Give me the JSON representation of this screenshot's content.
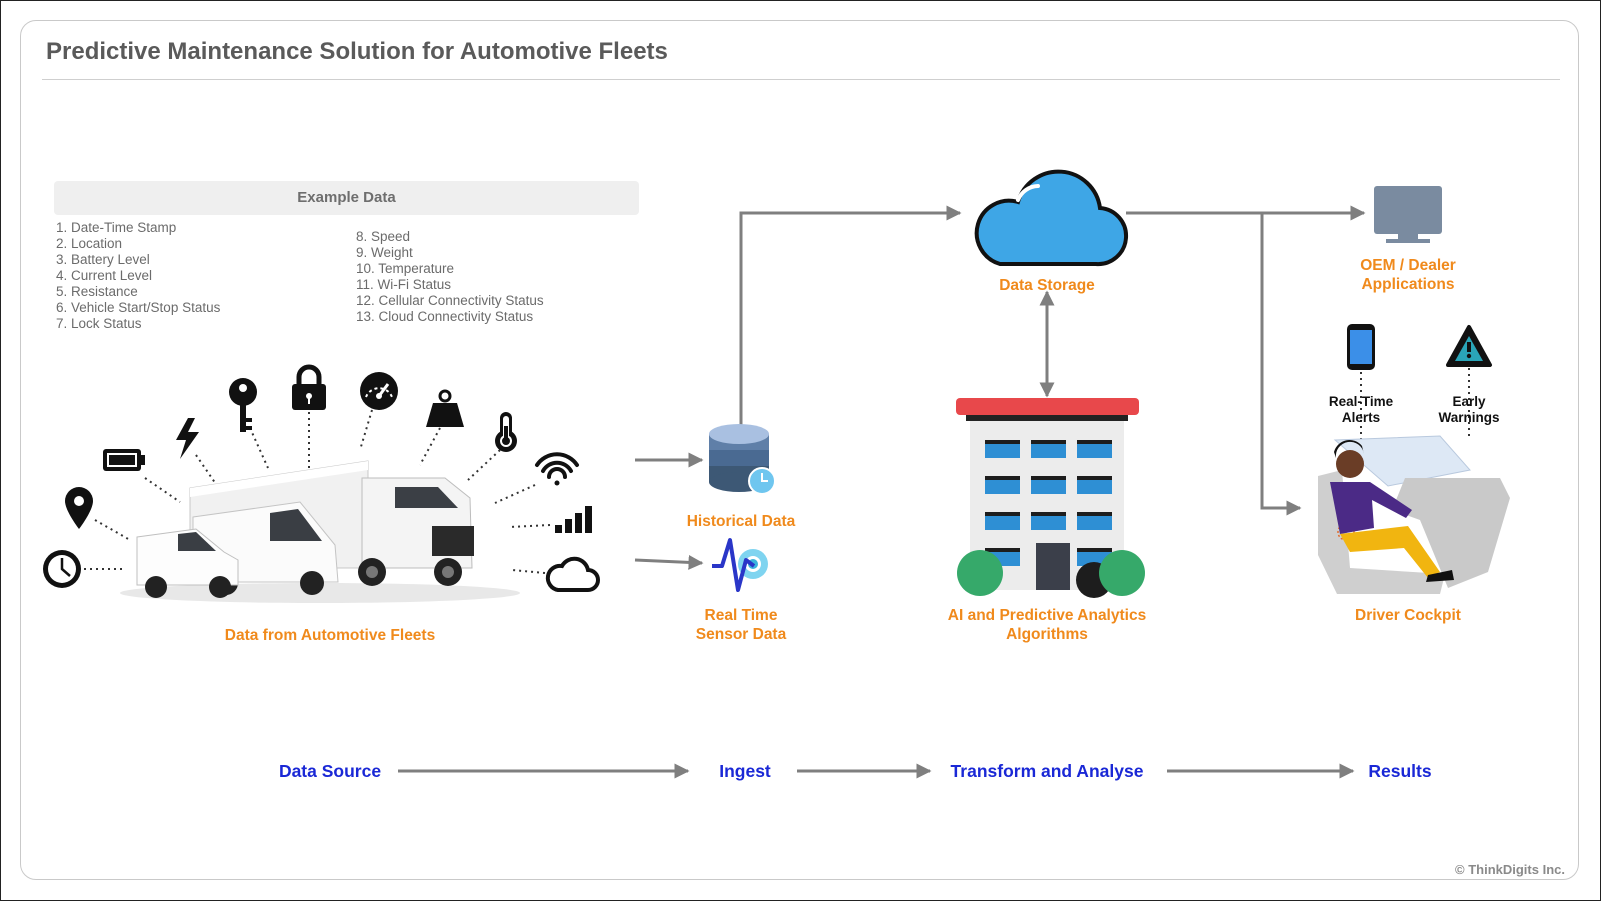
{
  "title": "Predictive Maintenance Solution for Automotive Fleets",
  "example_data": {
    "heading": "Example Data",
    "left_items": [
      "1. Date-Time Stamp",
      "2. Location",
      "3. Battery Level",
      "4. Current Level",
      "5. Resistance",
      "6. Vehicle Start/Stop Status",
      "7. Lock Status"
    ],
    "right_items": [
      "8. Speed",
      "9. Weight",
      "10. Temperature",
      "11. Wi-Fi Status",
      "12. Cellular Connectivity Status",
      "13. Cloud Connectivity Status"
    ]
  },
  "nodes": {
    "fleets": "Data from Automotive Fleets",
    "historical": "Historical Data",
    "realtime_line1": "Real Time",
    "realtime_line2": "Sensor Data",
    "storage": "Data Storage",
    "ai_line1": "AI and Predictive Analytics",
    "ai_line2": "Algorithms",
    "oem_line1": "OEM / Dealer",
    "oem_line2": "Applications",
    "alerts_line1": "Real-Time",
    "alerts_line2": "Alerts",
    "warnings_line1": "Early",
    "warnings_line2": "Warnings",
    "cockpit": "Driver Cockpit"
  },
  "stages": [
    "Data Source",
    "Ingest",
    "Transform and Analyse",
    "Results"
  ],
  "sensor_icons": [
    "clock-icon",
    "location-pin-icon",
    "battery-icon",
    "lightning-icon",
    "key-icon",
    "lock-icon",
    "speedometer-icon",
    "weight-icon",
    "thermometer-icon",
    "wifi-icon",
    "cellular-signal-icon",
    "cloud-icon"
  ],
  "colors": {
    "label_orange": "#f08a1c",
    "stage_blue": "#1a28d6",
    "arrow_gray": "#7f7f7f",
    "cloud_blue": "#3ea6e6",
    "building_red": "#e8484b"
  },
  "copyright": "© ThinkDigits Inc."
}
